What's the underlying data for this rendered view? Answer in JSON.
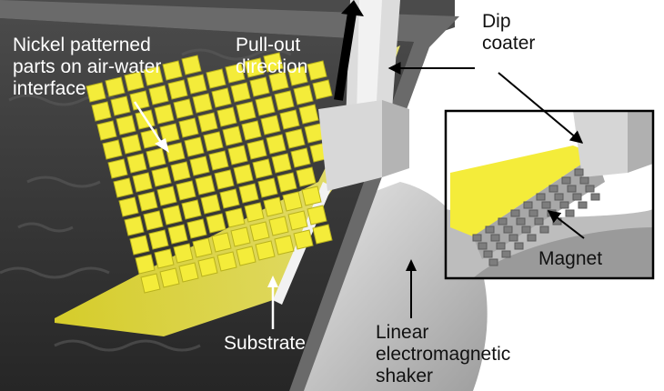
{
  "labels": {
    "nickel_parts": [
      "Nickel patterned",
      "parts on air-water",
      "interface"
    ],
    "pull_out": [
      "Pull-out",
      "direction"
    ],
    "dip_coater": [
      "Dip",
      "coater"
    ],
    "magnet": "Magnet",
    "substrate": "Substrate",
    "shaker": [
      "Linear",
      "electromagnetic",
      "shaker"
    ]
  },
  "colors": {
    "nickel_parts": "#f4ec3a",
    "tank": "#3c3c3c",
    "water": "#2f2f2f",
    "dip_coater": "#d6d6d6",
    "shaker": "#cfcfcf",
    "magnet": "#8a8a8a"
  }
}
